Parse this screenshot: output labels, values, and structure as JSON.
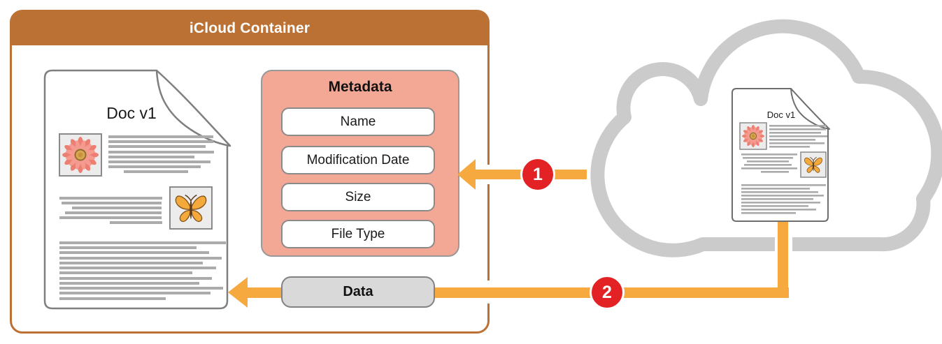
{
  "diagram": {
    "container": {
      "title": "iCloud Container"
    },
    "local_document": {
      "title": "Doc v1"
    },
    "metadata_panel": {
      "title": "Metadata",
      "fields": [
        "Name",
        "Modification Date",
        "Size",
        "File Type"
      ]
    },
    "data_label": "Data",
    "step_badges": [
      "1",
      "2"
    ],
    "cloud_document": {
      "title": "Doc v1"
    }
  },
  "icons": {
    "cloud": "cloud-icon",
    "document": "document-icon",
    "flower": "flower-icon",
    "butterfly": "butterfly-icon",
    "arrow_left": "arrow-left-icon"
  },
  "colors": {
    "container_brown": "#BC7134",
    "arrow_orange": "#F6A93F",
    "badge_red": "#E32226",
    "metadata_pink": "#F3A795",
    "metadata_border": "#999999",
    "pill_gray": "#D9D9D9",
    "cloud_gray": "#CBCBCB",
    "outline_gray": "#7F7F7F",
    "text_line_gray": "#ABABAB"
  }
}
